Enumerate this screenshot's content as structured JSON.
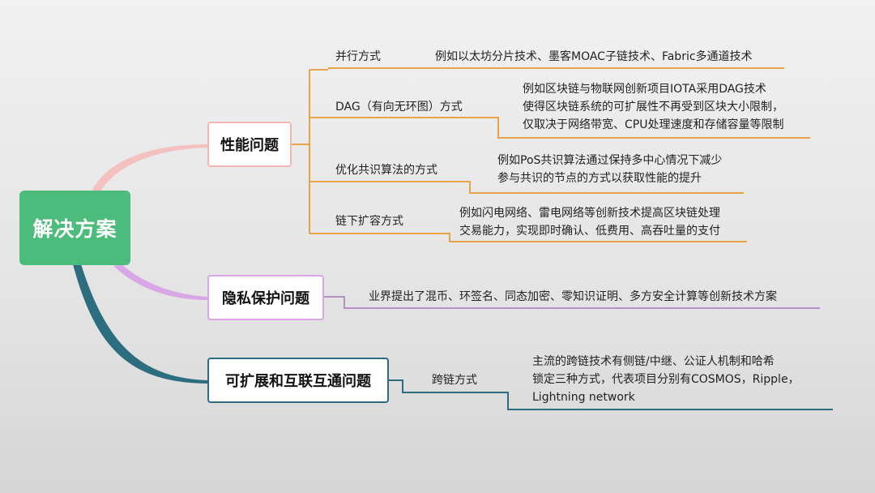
{
  "root": {
    "label": "解决方案"
  },
  "topics": {
    "performance": {
      "label": "性能问题",
      "subs": [
        {
          "label": "并行方式",
          "desc": [
            "例如以太坊分片技术、墨客MOAC子链技术、Fabric多通道技术"
          ]
        },
        {
          "label": "DAG（有向无环图）方式",
          "desc": [
            "例如区块链与物联网创新项目IOTA采用DAG技术",
            "使得区块链系统的可扩展性不再受到区块大小限制，",
            "仅取决于网络带宽、CPU处理速度和存储容量等限制"
          ]
        },
        {
          "label": "优化共识算法的方式",
          "desc": [
            "例如PoS共识算法通过保持多中心情况下减少",
            "参与共识的节点的方式以获取性能的提升"
          ]
        },
        {
          "label": "链下扩容方式",
          "desc": [
            "例如闪电网络、雷电网络等创新技术提高区块链处理",
            "交易能力，实现即时确认、低费用、高吞吐量的支付"
          ]
        }
      ]
    },
    "privacy": {
      "label": "隐私保护问题",
      "desc": "业界提出了混币、环签名、同态加密、零知识证明、多方安全计算等创新技术方案"
    },
    "scalability": {
      "label": "可扩展和互联互通问题",
      "subs": [
        {
          "label": "跨链方式",
          "desc": [
            "主流的跨链技术有侧链/中继、公证人机制和哈希",
            "锁定三种方式，代表项目分别有COSMOS，Ripple，",
            "Lightning network"
          ]
        }
      ]
    }
  },
  "colors": {
    "root": "#4cbc7d",
    "performance": "#f2b6b6",
    "privacy": "#d9a6e6",
    "scalability": "#2c6e7f",
    "sub_line": "#e8a24a"
  }
}
